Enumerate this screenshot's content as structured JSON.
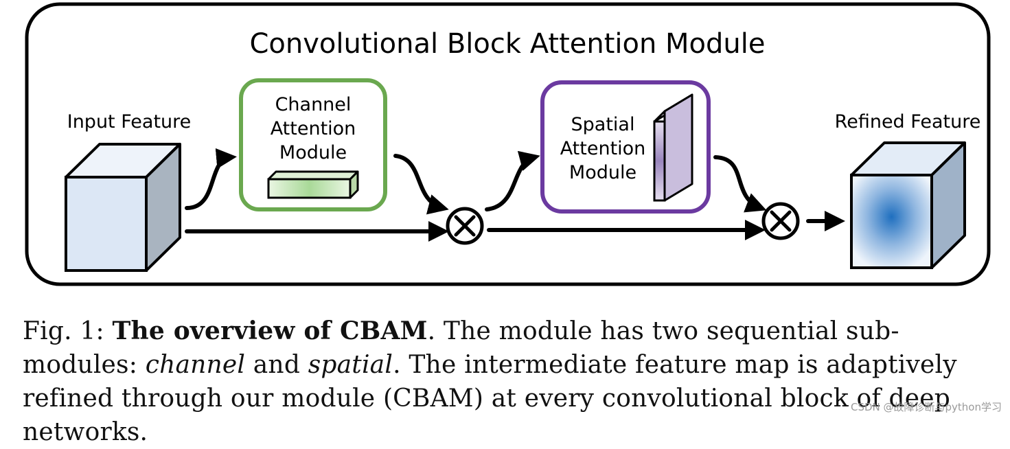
{
  "diagram": {
    "title": "Convolutional Block Attention Module",
    "input_label": "Input Feature",
    "channel_module": [
      "Channel",
      "Attention",
      "Module"
    ],
    "spatial_module": [
      "Spatial",
      "Attention",
      "Module"
    ],
    "refined_label": "Refined Feature",
    "multiply_symbol": "⊗",
    "colors": {
      "channel_border": "#6aa84f",
      "spatial_border": "#6b3aa0",
      "input_cube": "#dce7f5",
      "refined_center": "#1f6fbf"
    }
  },
  "caption": {
    "prefix": "Fig. 1: ",
    "bold": "The overview of CBAM",
    "part1": ". The module has two sequential sub-modules: ",
    "italic1": "channel",
    "part2": " and ",
    "italic2": "spatial",
    "part3": ". The intermediate feature map is adaptively refined through our module (CBAM) at every convolutional block of deep networks."
  },
  "watermark": "CSDN @故障诊断与python学习"
}
